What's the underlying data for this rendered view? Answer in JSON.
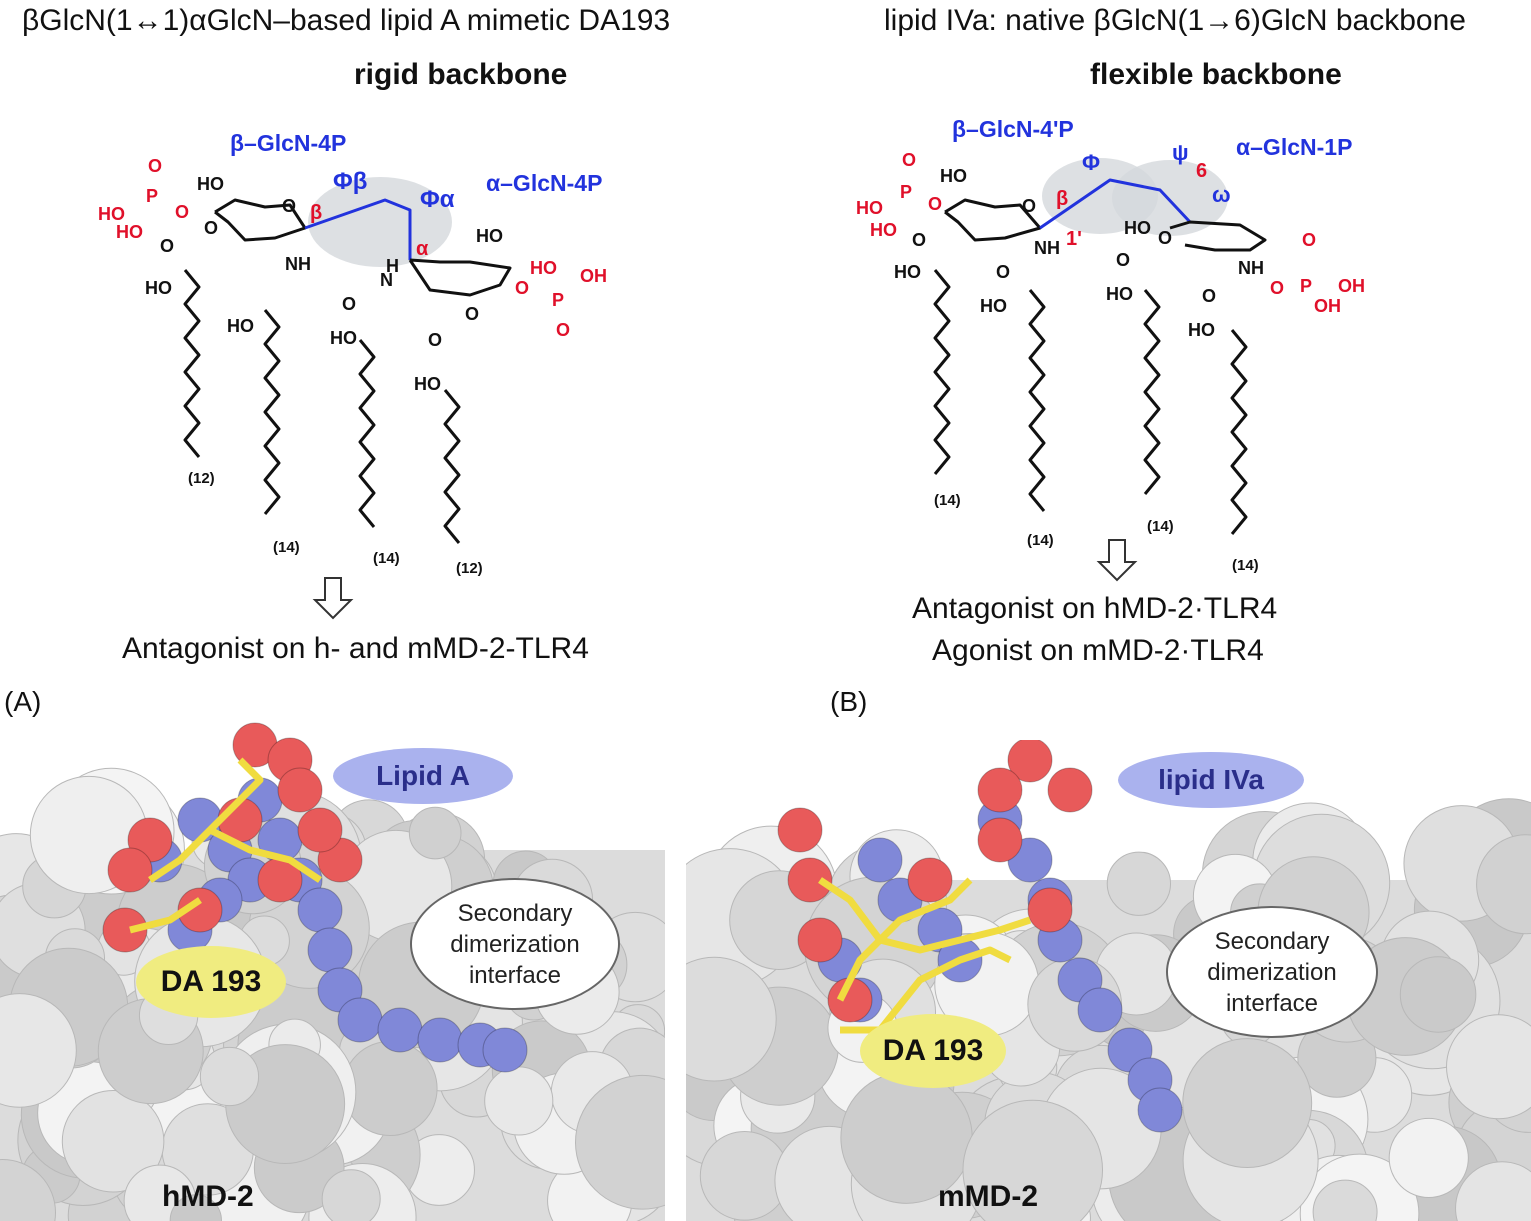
{
  "left": {
    "title": "βGlcN(1↔1)αGlcN–based lipid A mimetic DA193",
    "subtitle": "rigid backbone",
    "sugar_labels": [
      "β–GlcN-4P",
      "α–GlcN-4P"
    ],
    "torsions": [
      "Φβ",
      "Φα"
    ],
    "anomeric": [
      "β",
      "α"
    ],
    "atoms": [
      "HO",
      "O",
      "NH",
      "HO",
      "O",
      "HO",
      "O",
      "HO",
      "H",
      "N",
      "O",
      "HO",
      "O",
      "HO",
      "O"
    ],
    "phosphate_atoms": [
      "O",
      "P",
      "HO",
      "HO",
      "O",
      "HO",
      "OH",
      "P",
      "O",
      "O"
    ],
    "chain_lengths": [
      "(12)",
      "(14)",
      "(14)",
      "(12)"
    ],
    "activity": "Antagonist on h- and mMD-2-TLR4",
    "panel_label": "(A)",
    "complex": {
      "ligand_bubble": "Lipid A",
      "drug_bubble": "DA 193",
      "interface": "Secondary dimerization interface",
      "protein": "hMD-2"
    }
  },
  "right": {
    "title": "lipid IVa: native βGlcN(1→6)GlcN backbone",
    "subtitle": "flexible backbone",
    "sugar_labels": [
      "β–GlcN-4'P",
      "α–GlcN-1P"
    ],
    "torsions": [
      "Φ",
      "ψ",
      "ω"
    ],
    "anomeric": [
      "β",
      "1'",
      "6"
    ],
    "atoms": [
      "HO",
      "O",
      "NH",
      "HO",
      "O",
      "HO",
      "O",
      "HO",
      "O",
      "NH",
      "O",
      "HO",
      "O",
      "HO"
    ],
    "phosphate_atoms": [
      "O",
      "P",
      "HO",
      "HO",
      "O",
      "O",
      "P",
      "OH",
      "OH",
      "O"
    ],
    "chain_lengths": [
      "(14)",
      "(14)",
      "(14)",
      "(14)"
    ],
    "activity": [
      "Antagonist on hMD-2·TLR4",
      "Agonist on mMD-2·TLR4"
    ],
    "panel_label": "(B)",
    "complex": {
      "ligand_bubble": "lipid IVa",
      "drug_bubble": "DA 193",
      "interface": "Secondary dimerization interface",
      "protein": "mMD-2"
    }
  },
  "colors": {
    "blue": "#2233dd",
    "red": "#e0102a",
    "oxygen_sphere": "#e85a5a",
    "carbon_sphere": "#8088d8",
    "drug_stick": "#f0dc40",
    "surface": "#e4e4e4"
  }
}
